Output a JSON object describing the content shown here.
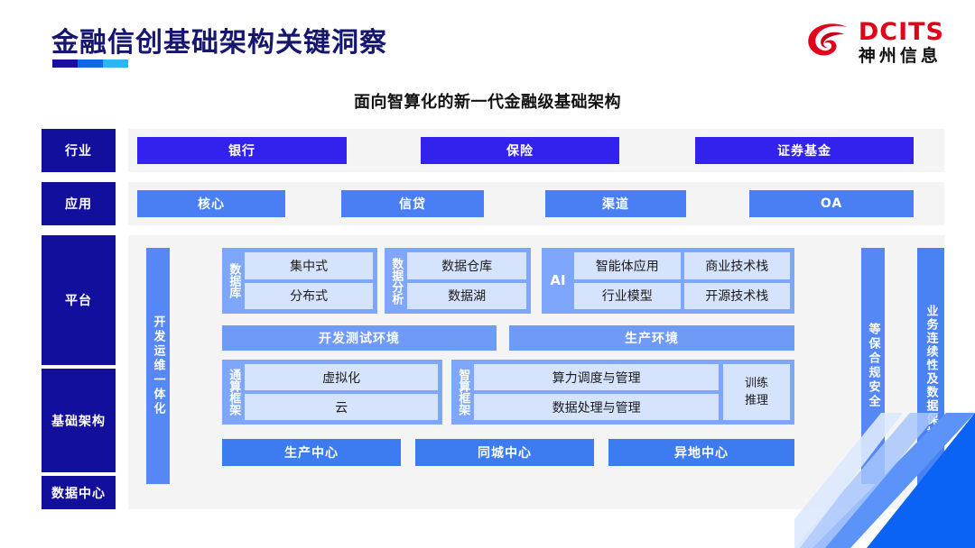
{
  "header": {
    "title": "金融信创基础架构关键洞察",
    "logo": {
      "en": "DCITS",
      "cn": "神州信息",
      "mark": "swirl-logo-icon",
      "color": "#e2001a"
    }
  },
  "subtitle": "面向智算化的新一代金融级基础架构",
  "sidebar": {
    "items": [
      {
        "label": "行业"
      },
      {
        "label": "应用"
      },
      {
        "label": "平台"
      },
      {
        "label": "基础架构"
      },
      {
        "label": "数据中心"
      }
    ]
  },
  "industry_row": {
    "items": [
      {
        "label": "银行"
      },
      {
        "label": "保险"
      },
      {
        "label": "证券基金"
      }
    ]
  },
  "application_row": {
    "items": [
      {
        "label": "核心"
      },
      {
        "label": "信贷"
      },
      {
        "label": "渠道"
      },
      {
        "label": "OA"
      }
    ]
  },
  "platform": {
    "devops_bar": "开发运维一体化",
    "security_bar": "等保合规安全",
    "groups": {
      "database": {
        "label": "数据库",
        "cells": [
          "集中式",
          "分布式"
        ]
      },
      "data_analysis": {
        "label": "数据分析",
        "cells": [
          "数据仓库",
          "数据湖"
        ]
      },
      "ai": {
        "label": "AI",
        "cells": [
          "智能体应用",
          "商业技术栈",
          "行业模型",
          "开源技术栈"
        ]
      }
    },
    "environments": [
      {
        "label": "开发测试环境"
      },
      {
        "label": "生产环境"
      }
    ]
  },
  "infrastructure": {
    "general_compute": {
      "label": "通算框架",
      "cells": [
        "虚拟化",
        "云"
      ]
    },
    "intelligent_compute": {
      "label": "智算框架",
      "cells": [
        "算力调度与管理",
        "数据处理与管理"
      ],
      "side_box": [
        "训练",
        "推理"
      ]
    }
  },
  "data_center": {
    "items": [
      {
        "label": "生产中心"
      },
      {
        "label": "同城中心"
      },
      {
        "label": "异地中心"
      }
    ]
  },
  "right_bar": {
    "label": "业务连续性及数据保护"
  },
  "colors": {
    "navy": "#120f9c",
    "industry_blue": "#3322ee",
    "app_blue": "#4a7ef3",
    "bar_blue": "#5588f5",
    "group_blue": "#7ea6fa",
    "cell_blue": "#d6e3fd",
    "env_blue": "#6f9bf7",
    "dc_blue": "#3d7bf0",
    "panel_gray": "#f4f4f5",
    "logo_red": "#e2001a",
    "title_navy": "#16166e"
  }
}
